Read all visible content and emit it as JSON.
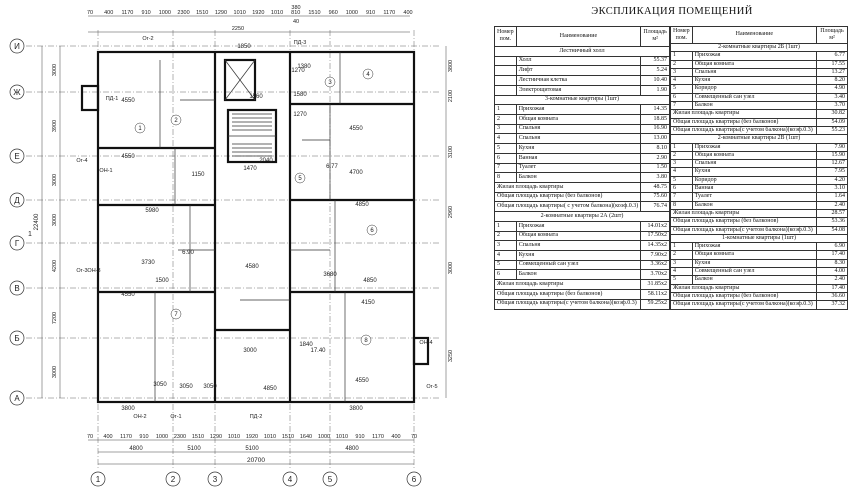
{
  "plan": {
    "axis_rows": [
      "И",
      "Ж",
      "Е",
      "Д",
      "Г",
      "В",
      "Б",
      "А"
    ],
    "axis_cols": [
      "1",
      "2",
      "3",
      "4",
      "5",
      "6"
    ],
    "top_dims_outer": [
      "70",
      "400",
      "1170",
      "910",
      "1000",
      "2300",
      "1510",
      "1290",
      "1010",
      "1920",
      "1010",
      "810",
      "1510",
      "960",
      "1000",
      "910",
      "1170",
      "400"
    ],
    "top_dims_group": [
      "380",
      "40",
      "2250"
    ],
    "bottom_dims_inner": [
      "70",
      "400",
      "1170",
      "910",
      "1000",
      "2300",
      "1510",
      "1290",
      "1010",
      "1920",
      "1010",
      "1510",
      "1640",
      "1000",
      "1010",
      "910",
      "1170",
      "400",
      "70"
    ],
    "bottom_dims_bays": [
      "4800",
      "5100",
      "5100",
      "4800"
    ],
    "overall_width": "20700",
    "overall_height": "22400",
    "left_dims": [
      "3000",
      "3900",
      "3000",
      "3000",
      "4200",
      "7200",
      "3000"
    ],
    "right_dims": [
      "3800",
      "2100",
      "3100",
      "2960",
      "3000",
      "3250"
    ],
    "room_dims": [
      "4550",
      "4550",
      "4550",
      "3050",
      "3800",
      "3800",
      "5980",
      "3730",
      "4580",
      "4850",
      "4700",
      "4850",
      "4150",
      "3680",
      "3050",
      "4850",
      "4550",
      "4550",
      "3000",
      "3050",
      "1840",
      "1150",
      "1500",
      "1270",
      "1560",
      "1580",
      "1270",
      "1470",
      "2040",
      "1850",
      "1380",
      "6.77",
      "6.90",
      "17.40"
    ],
    "room_nums": [
      "1",
      "2",
      "3",
      "4",
      "5",
      "6",
      "7",
      "8"
    ],
    "window_tags": [
      "ОН-1",
      "ОН-2",
      "ОН-3",
      "ОН-4",
      "ПД-1",
      "ПД-2",
      "ПД-3",
      "Ог-1",
      "Ог-2",
      "Ог-3",
      "Ог-4",
      "Ог-5"
    ],
    "section_mark": "1"
  },
  "explication": {
    "title": "ЭКСПЛИКАЦИЯ ПОМЕЩЕНИЙ",
    "headers": {
      "no": "Номер пом.",
      "name": "Наименование",
      "area": "Площадь м²"
    },
    "left_rows": [
      {
        "t": "sec",
        "name": "Лестничный холл"
      },
      {
        "no": "",
        "name": "Холл",
        "area": "55.37"
      },
      {
        "no": "",
        "name": "Лифт",
        "area": "5.24"
      },
      {
        "no": "",
        "name": "Лестничная клетка",
        "area": "10.40"
      },
      {
        "no": "",
        "name": "Электрощитовая",
        "area": "1.90"
      },
      {
        "t": "sec",
        "name": "3-комнатные квартиры (1шт)"
      },
      {
        "no": "1",
        "name": "Прихожая",
        "area": "14.35"
      },
      {
        "no": "2",
        "name": "Общая комната",
        "area": "18.85"
      },
      {
        "no": "3",
        "name": "Спальня",
        "area": "16.90"
      },
      {
        "no": "4",
        "name": "Спальня",
        "area": "13.00"
      },
      {
        "no": "5",
        "name": "Кухня",
        "area": "8.10"
      },
      {
        "no": "6",
        "name": "Ванная",
        "area": "2.90"
      },
      {
        "no": "7",
        "name": "Туалет",
        "area": "1.50"
      },
      {
        "no": "8",
        "name": "Балкон",
        "area": "3.80"
      },
      {
        "t": "sum",
        "name": "Жилая площадь квартиры",
        "area": "48.75"
      },
      {
        "t": "sum",
        "name": "Общая площадь квартиры (без балконов)",
        "area": "75.60"
      },
      {
        "t": "sum",
        "name": "Общая площадь квартиры( с учетом балкона)(коэф.0.3)",
        "area": "76.74"
      },
      {
        "t": "sec",
        "name": "2-комнатные квартиры 2А (2шт)"
      },
      {
        "no": "1",
        "name": "Прихожая",
        "area": "14.01x2"
      },
      {
        "no": "2",
        "name": "Общая комната",
        "area": "17.50x2"
      },
      {
        "no": "3",
        "name": "Спальня",
        "area": "14.35x2"
      },
      {
        "no": "4",
        "name": "Кухня",
        "area": "7.90x2"
      },
      {
        "no": "5",
        "name": "Совмещенный сан узел",
        "area": "3.36x2"
      },
      {
        "no": "6",
        "name": "Балкон",
        "area": "3.70x2"
      },
      {
        "t": "sum",
        "name": "Жилая площадь квартиры",
        "area": "31.85x2"
      },
      {
        "t": "sum",
        "name": "Общая площадь квартиры (без балконов)",
        "area": "58.11x2"
      },
      {
        "t": "sum",
        "name": "Общая площадь квартиры(с учетом балкона)(коэф.0.3)",
        "area": "59.25x2"
      }
    ],
    "right_rows": [
      {
        "t": "sec",
        "name": "2-комнатные квартиры 2Б (1шт)"
      },
      {
        "no": "1",
        "name": "Прихожая",
        "area": "6.77"
      },
      {
        "no": "2",
        "name": "Общая комната",
        "area": "17.55"
      },
      {
        "no": "3",
        "name": "Спальня",
        "area": "13.27"
      },
      {
        "no": "4",
        "name": "Кухня",
        "area": "8.20"
      },
      {
        "no": "5",
        "name": "Коридор",
        "area": "4.90"
      },
      {
        "no": "6",
        "name": "Совмещенный сан узел",
        "area": "3.40"
      },
      {
        "no": "7",
        "name": "Балкон",
        "area": "3.70"
      },
      {
        "t": "sum",
        "name": "Жилая площадь квартиры",
        "area": "30.82"
      },
      {
        "t": "sum",
        "name": "Общая площадь квартиры (без балконов)",
        "area": "54.09"
      },
      {
        "t": "sum",
        "name": "Общая площадь квартиры(с учетом балкона)(коэф.0.3)",
        "area": "55.23"
      },
      {
        "t": "sec",
        "name": "2-комнатные квартиры 2В (1шт)"
      },
      {
        "no": "1",
        "name": "Прихожая",
        "area": "7.90"
      },
      {
        "no": "2",
        "name": "Общая комната",
        "area": "15.90"
      },
      {
        "no": "3",
        "name": "Спальня",
        "area": "12.67"
      },
      {
        "no": "4",
        "name": "Кухня",
        "area": "7.95"
      },
      {
        "no": "5",
        "name": "Коридор",
        "area": "4.20"
      },
      {
        "no": "6",
        "name": "Ванная",
        "area": "3.10"
      },
      {
        "no": "7",
        "name": "Туалет",
        "area": "1.64"
      },
      {
        "no": "8",
        "name": "Балкон",
        "area": "2.40"
      },
      {
        "t": "sum",
        "name": "Жилая площадь квартиры",
        "area": "28.57"
      },
      {
        "t": "sum",
        "name": "Общая площадь квартиры (без балконов)",
        "area": "53.36"
      },
      {
        "t": "sum",
        "name": "Общая площадь квартиры(с учетом балкона)(коэф.0.3)",
        "area": "54.08"
      },
      {
        "t": "sec",
        "name": "1-комнатные квартиры (1шт)"
      },
      {
        "no": "1",
        "name": "Прихожая",
        "area": "6.90"
      },
      {
        "no": "2",
        "name": "Общая комната",
        "area": "17.40"
      },
      {
        "no": "3",
        "name": "Кухня",
        "area": "8.30"
      },
      {
        "no": "4",
        "name": "Совмещенный сан узел",
        "area": "4.00"
      },
      {
        "no": "5",
        "name": "Балкон",
        "area": "2.40"
      },
      {
        "t": "sum",
        "name": "Жилая площадь квартиры",
        "area": "17.40"
      },
      {
        "t": "sum",
        "name": "Общая площадь квартиры (без балконов)",
        "area": "36.60"
      },
      {
        "t": "sum",
        "name": "Общая площадь квартиры(с учетом балкона)(коэф.0.3)",
        "area": "37.32"
      }
    ]
  }
}
